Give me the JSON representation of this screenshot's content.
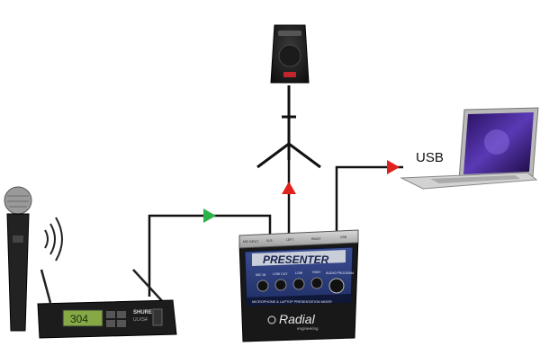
{
  "labels": {
    "usb": "USB"
  },
  "receiver": {
    "brand": "SHURE",
    "model": "ULXS4",
    "display": "304"
  },
  "mixer": {
    "title": "PRESENTER",
    "subtitle": "MICROPHONE & LAPTOP PRESENTATION MIXER",
    "brand": "Radial",
    "brand_sub": "engineering",
    "top_labels": [
      "MIC INPUT",
      "XLR",
      "LEFT",
      "RIGHT",
      "USB"
    ],
    "knob_labels": [
      "MIC IN",
      "LOW CUT",
      "LOW",
      "HIGH",
      "AUDIO PROGRAM"
    ]
  },
  "colors": {
    "cable": "#111111",
    "arrow_input": "#2bb34a",
    "arrow_output": "#e0221c",
    "mixer_face": "#2c3e7a",
    "mixer_body": "#1a1a1a"
  }
}
